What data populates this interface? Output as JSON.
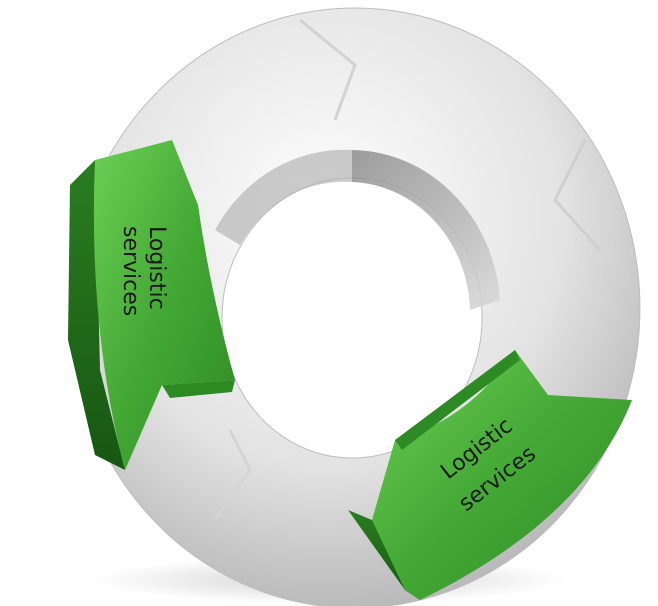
{
  "diagram": {
    "type": "cycle",
    "colors": {
      "ring_light": "#e6e6e6",
      "ring_mid": "#c9c9c9",
      "ring_dark": "#8f8f8f",
      "green_light": "#5fbf4a",
      "green_mid": "#3a9a2c",
      "green_dark": "#1f6e18"
    },
    "segments": [
      {
        "label_line1": "Logistic",
        "label_line2": "services",
        "color": "green"
      },
      {
        "label_line1": "Logistic",
        "label_line2": "services",
        "color": "green"
      }
    ]
  }
}
